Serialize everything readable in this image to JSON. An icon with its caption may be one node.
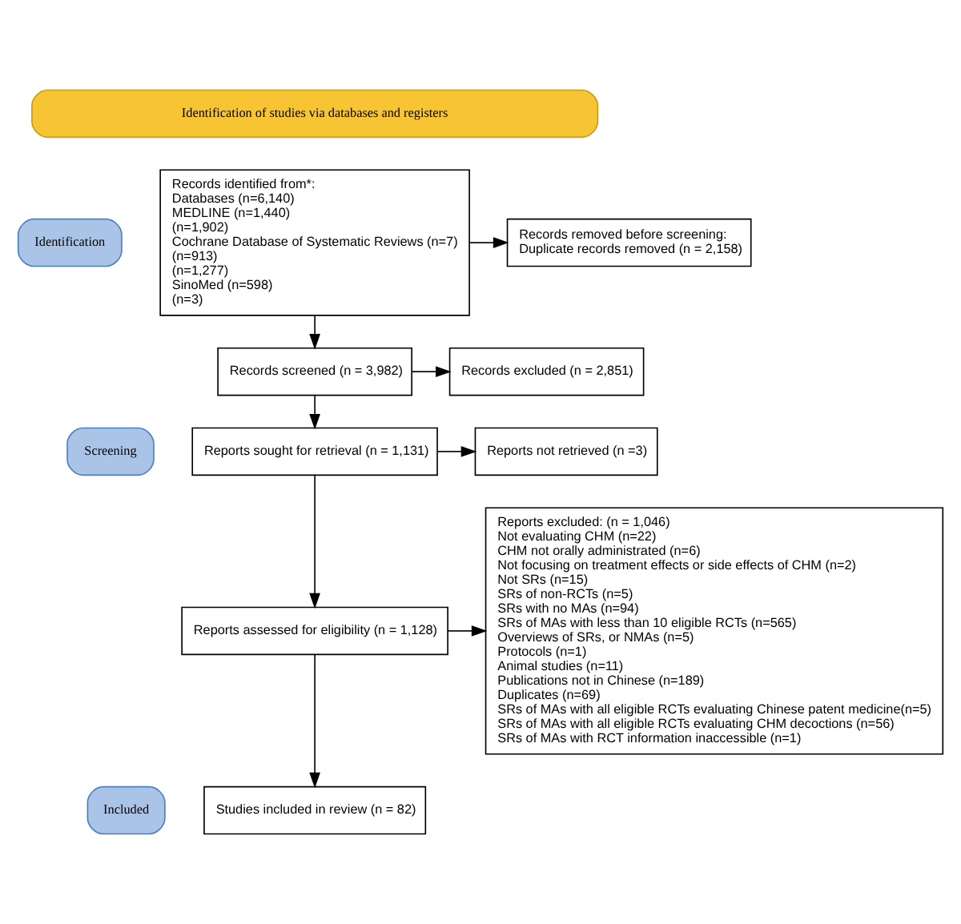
{
  "diagram": {
    "nodes": [
      {
        "text": [
          "Identification of studies via databases and registers"
        ]
      },
      {
        "text": [
          "Identification"
        ]
      },
      {
        "text": [
          "Screening"
        ]
      },
      {
        "text": [
          "Included"
        ]
      },
      {
        "text": [
          "Records identified from*:",
          "Databases (n=6,140)",
          "MEDLINE (n=1,440)",
          "(n=1,902)",
          "Cochrane Database of Systematic Reviews (n=7)",
          "(n=913)",
          "(n=1,277)",
          "SinoMed (n=598)",
          "(n=3)"
        ]
      },
      {
        "text": [
          "Records removed before screening:",
          "Duplicate records removed (n = 2,158)"
        ]
      },
      {
        "text": [
          "Records screened (n = 3,982)"
        ]
      },
      {
        "text": [
          "Records excluded (n = 2,851)"
        ]
      },
      {
        "text": [
          "Reports sought for retrieval (n = 1,131)"
        ]
      },
      {
        "text": [
          "Reports not retrieved (n =3)"
        ]
      },
      {
        "text": [
          "Reports assessed for eligibility (n = 1,128)"
        ]
      },
      {
        "text": [
          "Reports excluded: (n = 1,046)",
          "Not evaluating CHM (n=22)",
          "CHM not orally administrated (n=6)",
          "Not focusing on treatment effects or side effects of CHM (n=2)",
          "Not SRs (n=15)",
          "SRs of non-RCTs (n=5)",
          "SRs with no MAs (n=94)",
          "SRs of MAs with less than 10 eligible RCTs (n=565)",
          "Overviews of SRs, or NMAs (n=5)",
          "Protocols (n=1)",
          "Animal studies (n=11)",
          "Publications not in Chinese (n=189)",
          "Duplicates (n=69)",
          "SRs of MAs with all eligible RCTs evaluating Chinese patent medicine(n=5)",
          "SRs of MAs with all eligible RCTs evaluating CHM decoctions (n=56)",
          "SRs of MAs with RCT information inaccessible (n=1)"
        ]
      },
      {
        "text": [
          "Studies included in review (n = 82)"
        ]
      }
    ],
    "edges": [
      {
        "from": 4,
        "to": 5,
        "arrow": "to"
      },
      {
        "from": 4,
        "to": 6,
        "arrow": "to"
      },
      {
        "from": 6,
        "to": 7,
        "arrow": "to"
      },
      {
        "from": 6,
        "to": 8,
        "arrow": "to"
      },
      {
        "from": 8,
        "to": 9,
        "arrow": "to"
      },
      {
        "from": 8,
        "to": 10,
        "arrow": "to"
      },
      {
        "from": 10,
        "to": 11,
        "arrow": "to"
      },
      {
        "from": 10,
        "to": 12,
        "arrow": "to"
      }
    ]
  }
}
